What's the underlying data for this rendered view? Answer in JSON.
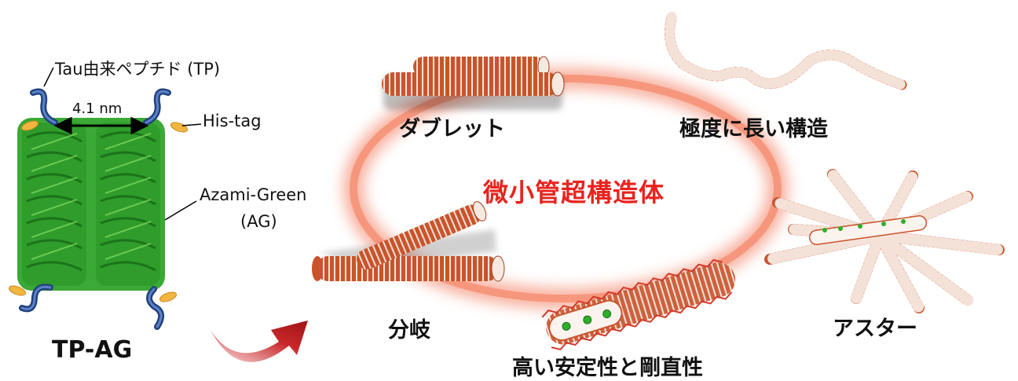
{
  "protein": {
    "tp_label": "Tau由来ペプチド (TP)",
    "distance_label": "4.1 nm",
    "his_label": "His-tag",
    "ag_label_1": "Azami-Green",
    "ag_label_2": "(AG)",
    "name": "TP-AG"
  },
  "center_title": "微小管超構造体",
  "structures": {
    "doublet": "ダブレット",
    "long": "極度に長い構造",
    "branch": "分岐",
    "stable": "高い安定性と剛直性",
    "aster": "アスター"
  },
  "colors": {
    "protein_green": "#2fae2b",
    "tail_blue": "#2b4a8c",
    "his_yellow": "#f2b640",
    "tube_orange": "#c9542c",
    "title_red": "#e8231e",
    "ring": "#f05a3c"
  }
}
